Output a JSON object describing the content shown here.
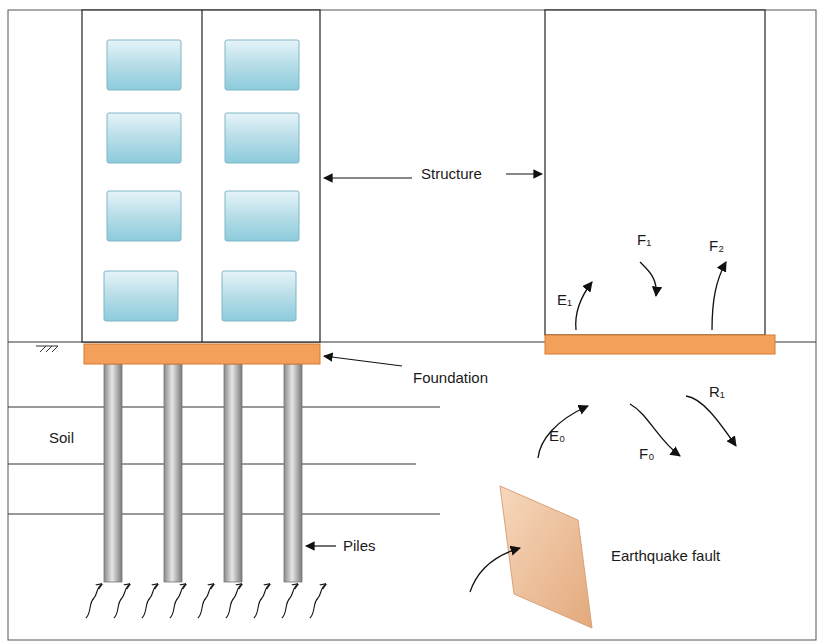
{
  "diagram": {
    "labels": [
      "Structure",
      "Foundation",
      "Soil",
      "Piles",
      "Earthquake fault",
      "E₁",
      "F₁",
      "F₂",
      "E₀",
      "F₀",
      "R₁"
    ]
  }
}
